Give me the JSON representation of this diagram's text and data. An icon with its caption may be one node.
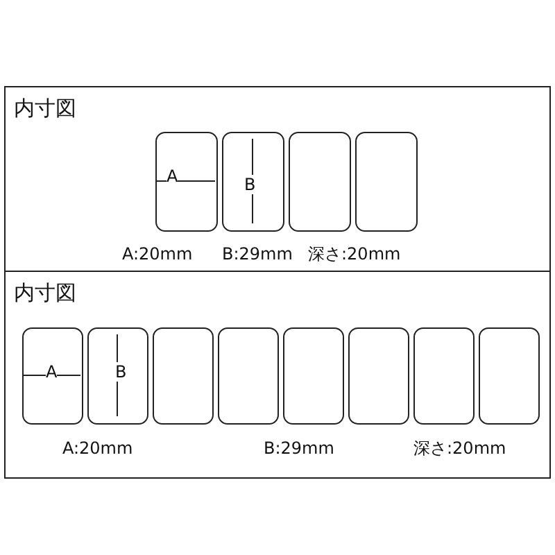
{
  "diagram": {
    "nodes": [
      {
        "text": [
          "内寸図"
        ]
      },
      {
        "text": [],
        "shape": "box",
        "in": 0
      },
      {
        "text": [],
        "shape": "box",
        "in": 0
      },
      {
        "text": [],
        "shape": "box",
        "in": 0
      },
      {
        "text": [],
        "shape": "box",
        "in": 0
      },
      {
        "text": [
          "内寸図"
        ]
      },
      {
        "text": [],
        "shape": "box",
        "in": 5
      },
      {
        "text": [],
        "shape": "box",
        "in": 5
      },
      {
        "text": [],
        "shape": "box",
        "in": 5
      },
      {
        "text": [],
        "shape": "box",
        "in": 5
      },
      {
        "text": [],
        "shape": "box",
        "in": 5
      },
      {
        "text": [],
        "shape": "box",
        "in": 5
      },
      {
        "text": [],
        "shape": "box",
        "in": 5
      },
      {
        "text": [],
        "shape": "box",
        "in": 5
      }
    ],
    "labels": [
      "A",
      "B",
      "A:20mm",
      "B:29mm",
      "深さ:20mm",
      "A",
      "B",
      "A:20mm",
      "B:29mm",
      "深さ:20mm"
    ]
  }
}
